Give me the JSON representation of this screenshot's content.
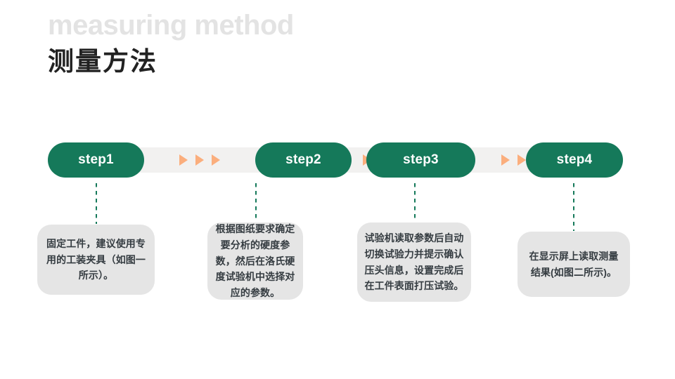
{
  "header": {
    "title_en": "measuring method",
    "title_cn": "测量方法"
  },
  "colors": {
    "pill_green": "#15795a",
    "arrow_orange": "#fbae7d",
    "band_gray": "#f2f1f0",
    "card_gray": "#e5e5e5",
    "title_en_gray": "#e3e3e3",
    "title_cn_dark": "#222222",
    "card_text": "#353c41"
  },
  "flow": {
    "arrow_icon_name": "triangle-right-icon",
    "arrow_groups": [
      {
        "count": 3
      },
      {
        "count": 3
      },
      {
        "count": 3
      }
    ],
    "steps": [
      {
        "id": "step1",
        "label": "step1",
        "description": "固定工件，建议使用专用的工装夹具（如图一所示）。"
      },
      {
        "id": "step2",
        "label": "step2",
        "description": "根据图纸要求确定要分析的硬度参数，然后在洛氏硬度试验机中选择对应的参数。"
      },
      {
        "id": "step3",
        "label": "step3",
        "description": "试验机读取参数后自动切换试验力并提示确认压头信息，设置完成后在工件表面打压试验。"
      },
      {
        "id": "step4",
        "label": "step4",
        "description": "在显示屏上读取测量结果(如图二所示)。"
      }
    ]
  }
}
